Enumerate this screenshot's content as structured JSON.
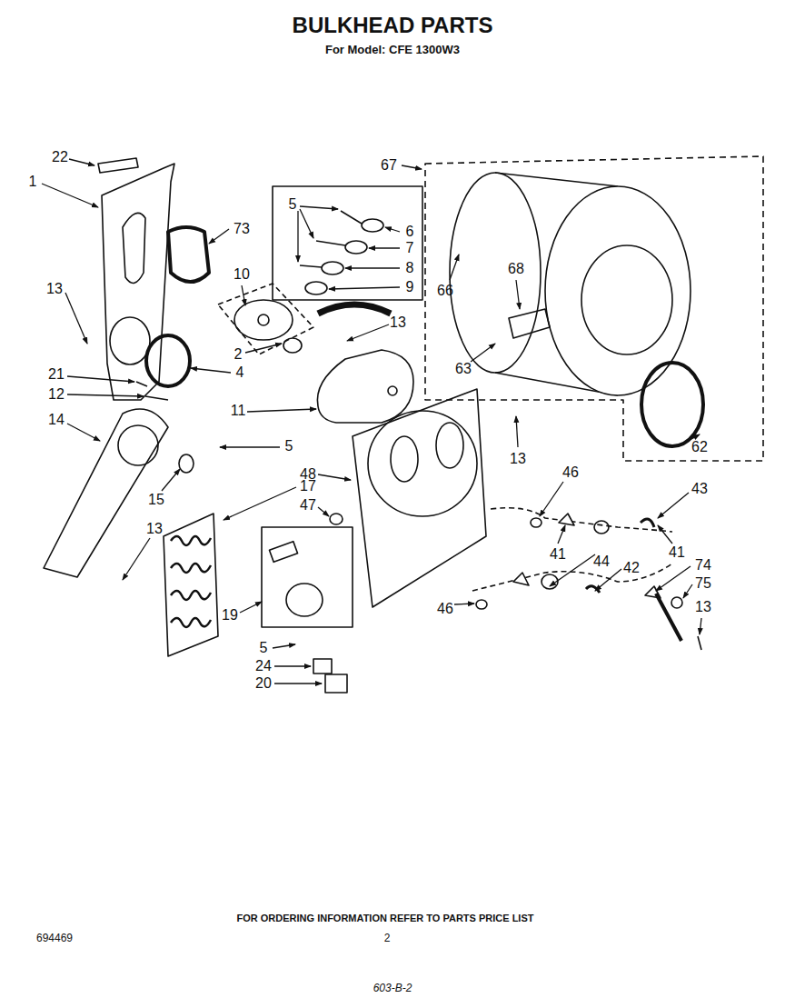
{
  "diagram": {
    "title": "BULKHEAD PARTS",
    "labels": [
      "For Model: CFE 1300W3",
      "22",
      "1",
      "73",
      "13",
      "10",
      "5",
      "6",
      "7",
      "8",
      "9",
      "2",
      "13",
      "4",
      "21",
      "12",
      "14",
      "11",
      "5",
      "15",
      "13",
      "48",
      "17",
      "47",
      "19",
      "5",
      "24",
      "20",
      "67",
      "66",
      "68",
      "63",
      "62",
      "13",
      "46",
      "43",
      "46",
      "41",
      "44",
      "42",
      "41",
      "74",
      "75",
      "13",
      "FOR ORDERING INFORMATION REFER TO PARTS PRICE LIST",
      "694469",
      "2",
      "603-B-2"
    ]
  }
}
